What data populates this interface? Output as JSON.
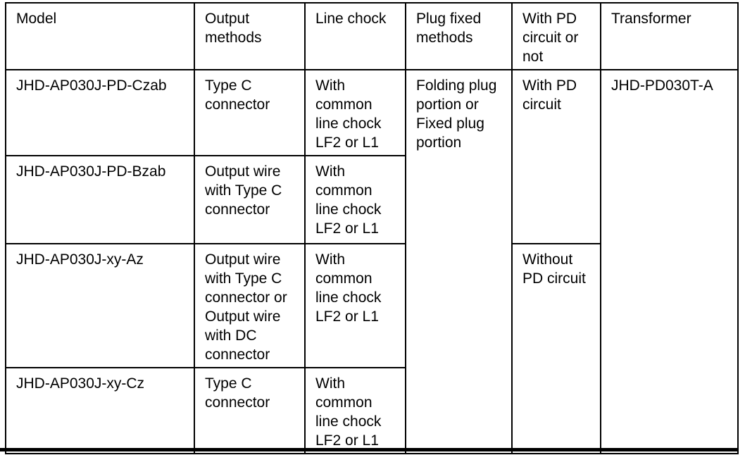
{
  "table": {
    "headers": [
      "Model",
      "Output\nmethods",
      "Line chock",
      "Plug fixed\nmethods",
      "With PD\ncircuit or\nnot",
      "Transformer"
    ],
    "rows": [
      {
        "model": "JHD-AP030J-PD-Czab",
        "output_methods": "Type C\nconnector",
        "line_chock": "With\ncommon\nline chock\nLF2 or L1"
      },
      {
        "model": "JHD-AP030J-PD-Bzab",
        "output_methods": "Output wire\nwith Type C\nconnector",
        "line_chock": "With\ncommon\nline chock\nLF2 or L1"
      },
      {
        "model": "JHD-AP030J-xy-Az",
        "output_methods": "Output wire\nwith Type C\nconnector or\nOutput wire\nwith DC\nconnector",
        "line_chock": "With\ncommon\nline chock\nLF2 or L1"
      },
      {
        "model": "JHD-AP030J-xy-Cz",
        "output_methods": "Type C\nconnector",
        "line_chock": "With\ncommon\nline chock\nLF2 or L1"
      }
    ],
    "merged": {
      "plug_fixed_methods": "Folding plug\nportion or\nFixed plug\nportion",
      "with_pd_circuit": "With PD\ncircuit",
      "without_pd_circuit": "Without\nPD circuit",
      "transformer": "JHD-PD030T-A"
    },
    "border_color": "#000000",
    "background_color": "#ffffff"
  }
}
